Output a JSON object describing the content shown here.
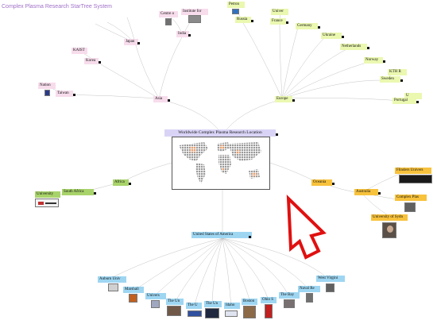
{
  "app": {
    "title": "Complex Plasma Research StarTree System"
  },
  "root": {
    "label": "Worldwide Complex Plasma Research Location"
  },
  "regions": {
    "asia": "Asia",
    "europe": "Europe",
    "africa": "Africa",
    "oceania": "Oceania",
    "usa": "United States of America"
  },
  "asia": {
    "japan": "Japan",
    "india": "India",
    "korea": "Korea",
    "taiwan": "Taiwan",
    "centre": "Centre o",
    "institute": "Institute for",
    "kaist": "KAIST",
    "nation": "Nation"
  },
  "europe": {
    "petron": "Petron",
    "russia": "Russia",
    "univer": "Univer",
    "france": "France",
    "germany": "Germany",
    "ukraine": "Ukraine",
    "netherlands": "Netherlands",
    "norway": "Norway",
    "kth": "KTH R",
    "sweden": "Sweden",
    "u": "U",
    "portugal": "Portugal"
  },
  "africa": {
    "south_africa": "South Africa",
    "university": "University"
  },
  "oceania": {
    "australia": "Australia",
    "flinders": "Flinders Univers",
    "complex_plas": "Complex Plas",
    "sydney": "University of Sydn"
  },
  "usa": {
    "auburn": "Auburn Univ",
    "marshall": "Marshall",
    "univers": "Univers",
    "the_un1": "The Un",
    "the_u": "The U",
    "the_un2": "The Un",
    "idaho": "Idaho",
    "boston": "Boston",
    "ohio": "Ohio S",
    "the_bay": "The Bay",
    "naval": "Naval Re",
    "west_virginia": "West Virgini"
  },
  "colors": {
    "asia": "#f7dcec",
    "europe": "#eaf8b0",
    "africa": "#a8d36a",
    "oceania": "#f7c23c",
    "usa": "#9ed6f2",
    "root": "#d9d4f6",
    "cursor": "#e01010"
  }
}
